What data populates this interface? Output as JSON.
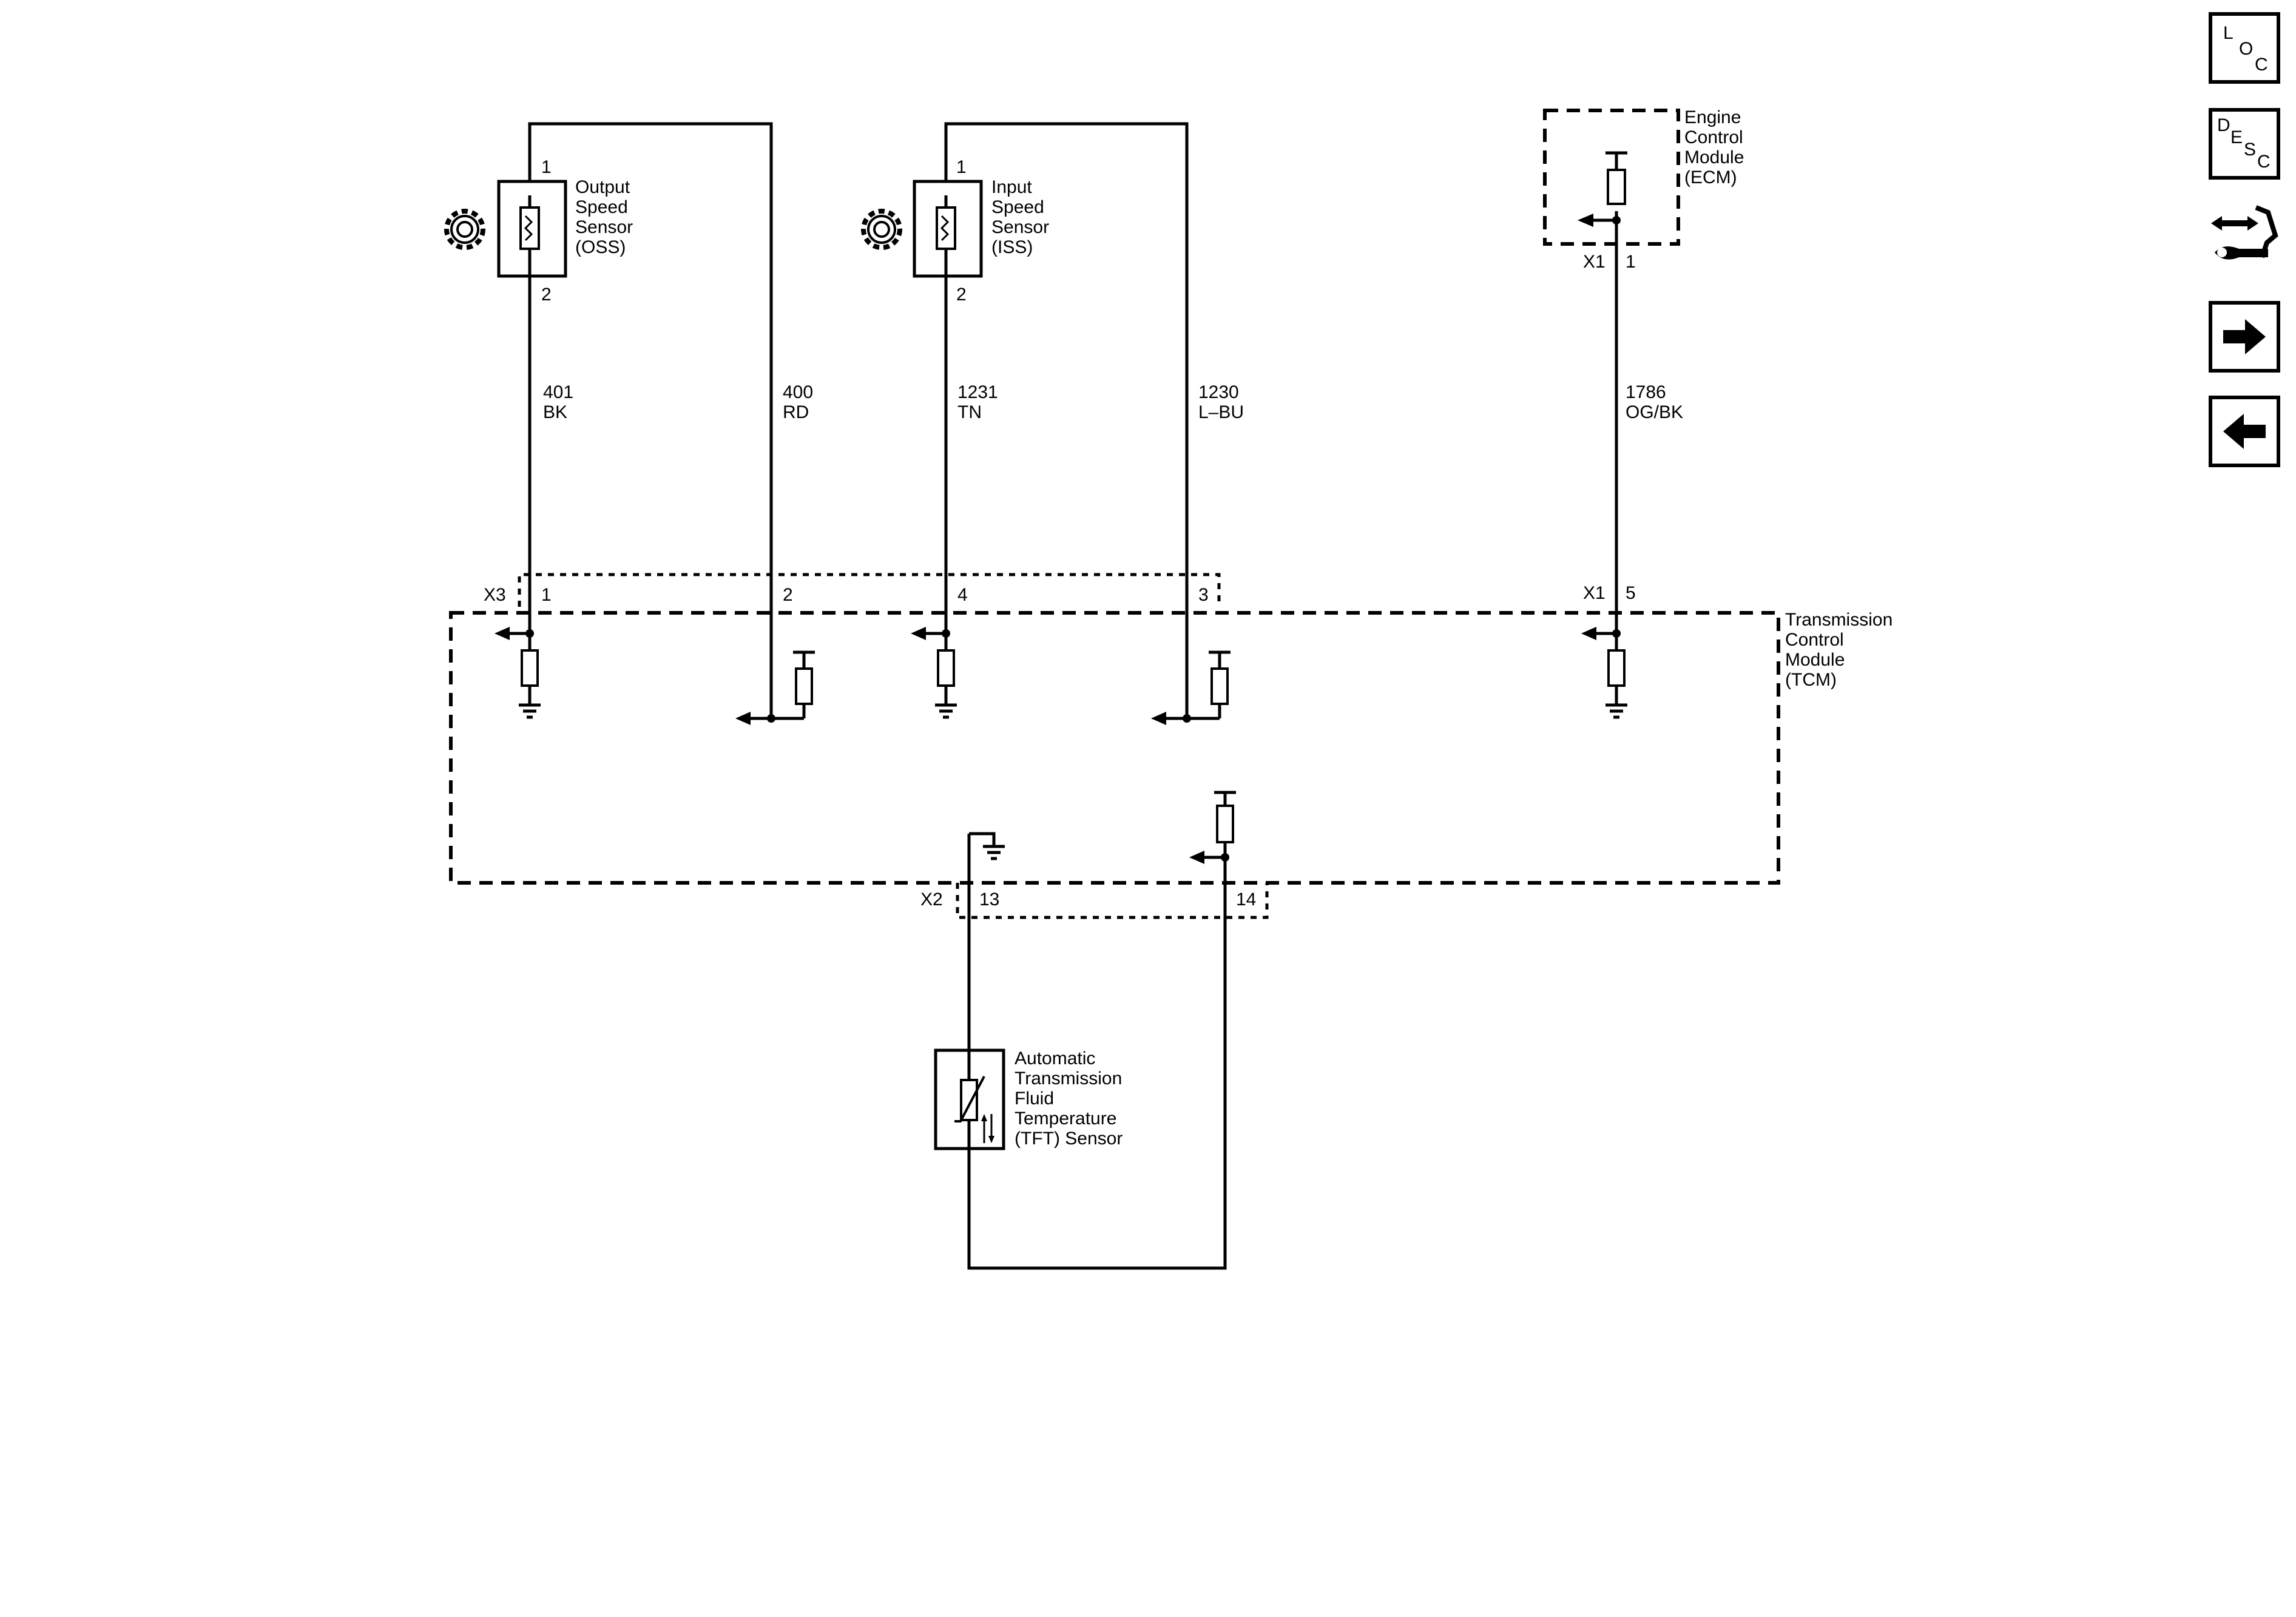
{
  "components": {
    "oss": {
      "line1": "Output",
      "line2": "Speed",
      "line3": "Sensor",
      "line4": "(OSS)",
      "pin_top": "1",
      "pin_bottom": "2"
    },
    "iss": {
      "line1": "Input",
      "line2": "Speed",
      "line3": "Sensor",
      "line4": "(ISS)",
      "pin_top": "1",
      "pin_bottom": "2"
    },
    "ecm": {
      "line1": "Engine",
      "line2": "Control",
      "line3": "Module",
      "line4": "(ECM)",
      "connector": "X1",
      "pin": "1"
    },
    "tcm": {
      "line1": "Transmission",
      "line2": "Control",
      "line3": "Module",
      "line4": "(TCM)"
    },
    "tft": {
      "line1": "Automatic",
      "line2": "Transmission",
      "line3": "Fluid",
      "line4": "Temperature",
      "line5": "(TFT) Sensor"
    }
  },
  "wires": [
    {
      "circuit": "401",
      "color": "BK"
    },
    {
      "circuit": "400",
      "color": "RD"
    },
    {
      "circuit": "1231",
      "color": "TN"
    },
    {
      "circuit": "1230",
      "color": "L–BU"
    },
    {
      "circuit": "1786",
      "color": "OG/BK"
    }
  ],
  "connectors": {
    "x3": {
      "name": "X3",
      "pins": [
        "1",
        "2",
        "4",
        "3"
      ]
    },
    "x1_tcm": {
      "name": "X1",
      "pin": "5"
    },
    "x2": {
      "name": "X2",
      "pins": [
        "13",
        "14"
      ]
    }
  },
  "nav": {
    "loc": {
      "l1": "L",
      "l2": "O",
      "l3": "C"
    },
    "desc": {
      "l1": "D",
      "l2": "E",
      "l3": "S",
      "l4": "C"
    },
    "icons": [
      "connector-tool-icon",
      "forward-arrow-icon",
      "back-arrow-icon"
    ]
  },
  "colors": {
    "line": "#000000",
    "background": "#ffffff"
  }
}
